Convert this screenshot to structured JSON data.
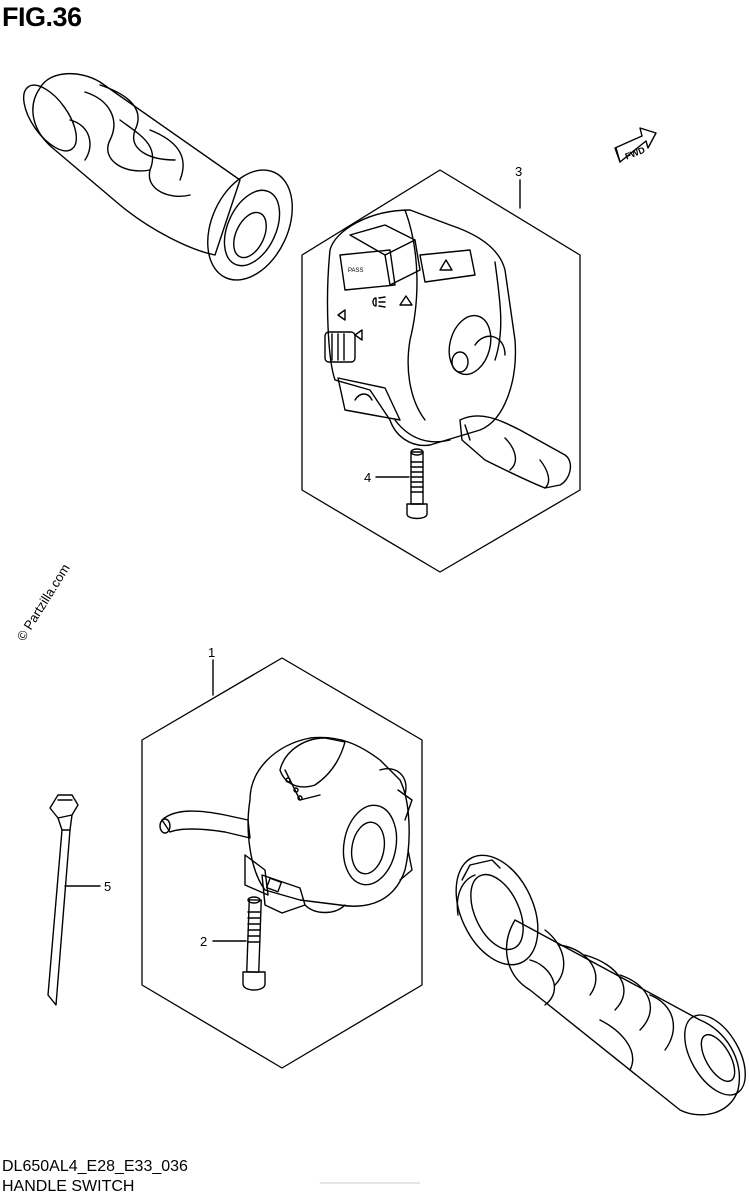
{
  "title": "FIG.36",
  "watermark": "© Partzilla.com",
  "footer": {
    "model_code": "DL650AL4_E28_E33_036",
    "caption": "HANDLE SWITCH"
  },
  "direction_marker": "FWD",
  "callouts": [
    {
      "id": "1",
      "label": "1",
      "part": "left-handle-switch"
    },
    {
      "id": "2",
      "label": "2",
      "part": "screw"
    },
    {
      "id": "3",
      "label": "3",
      "part": "right-handle-switch"
    },
    {
      "id": "4",
      "label": "4",
      "part": "screw"
    },
    {
      "id": "5",
      "label": "5",
      "part": "cable-tie"
    }
  ],
  "switch_markings": {
    "pass": "PASS"
  },
  "colors": {
    "line": "#000000",
    "background": "#ffffff"
  }
}
